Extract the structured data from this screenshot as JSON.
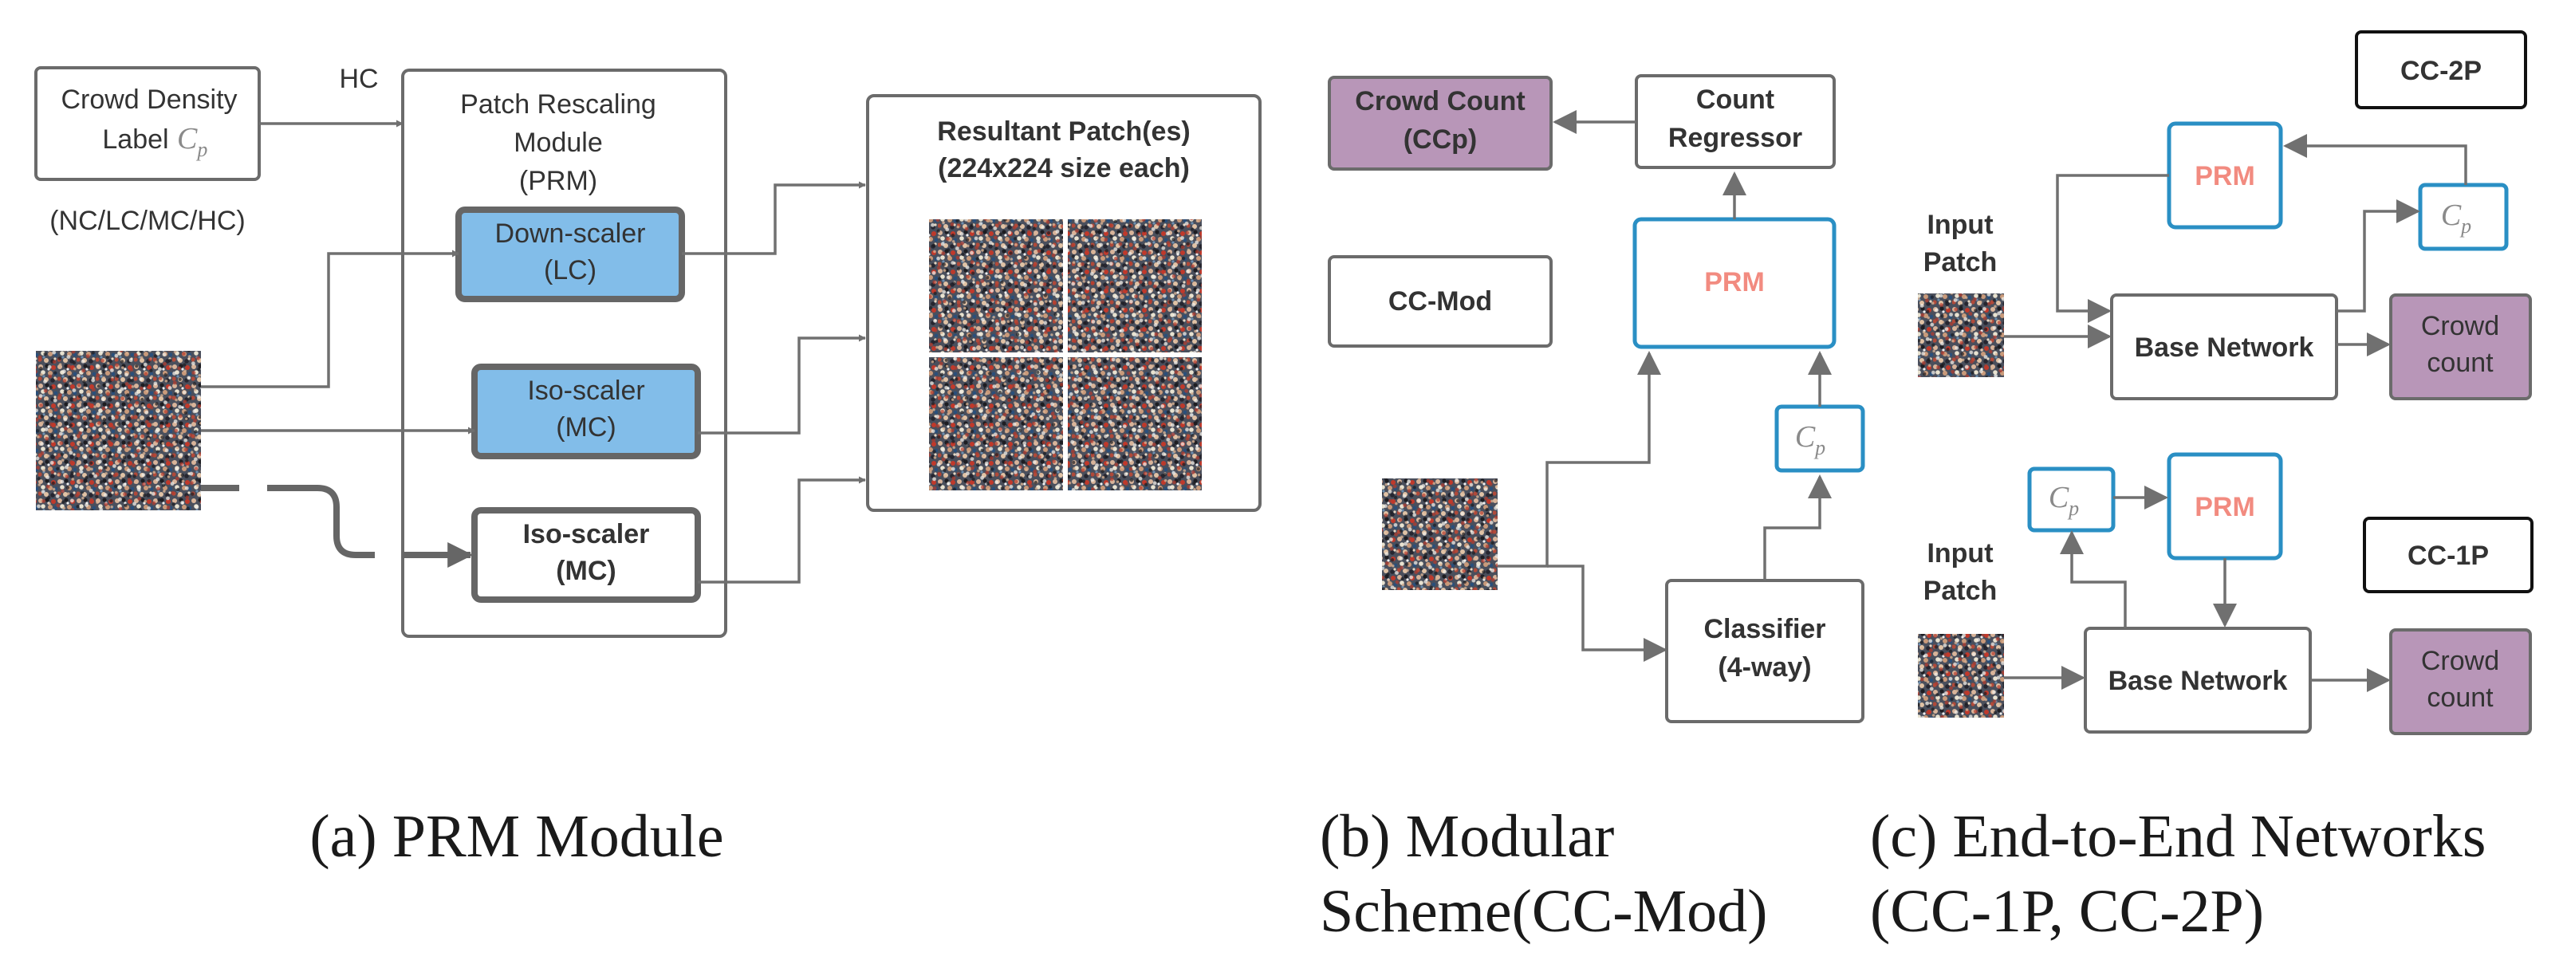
{
  "panel_a": {
    "density_label_line1": "Crowd Density",
    "density_label_line2": "Label",
    "density_label_cp": "C",
    "density_label_cp_sub": "p",
    "hc_label": "HC",
    "classes_label": "(NC/LC/MC/HC)",
    "prm_title_line1": "Patch Rescaling",
    "prm_title_line2": "Module",
    "prm_title_line3": "(PRM)",
    "down_scaler_line1": "Down-scaler",
    "down_scaler_line2": "(LC)",
    "iso_scaler_mc_line1": "Iso-scaler",
    "iso_scaler_mc_line2": "(MC)",
    "iso_scaler_bold_line1": "Iso-scaler",
    "iso_scaler_bold_line2": "(MC)",
    "result_title_line1": "Resultant Patch(es)",
    "result_title_line2": "(224x224 size each)",
    "caption": "(a) PRM Module"
  },
  "panel_b": {
    "crowd_count_line1": "Crowd Count",
    "crowd_count_line2": "(CCp)",
    "count_regressor_line1": "Count",
    "count_regressor_line2": "Regressor",
    "cc_mod": "CC-Mod",
    "prm": "PRM",
    "cp": "C",
    "cp_sub": "p",
    "classifier_line1": "Classifier",
    "classifier_line2": "(4-way)",
    "caption_line1": "(b) Modular",
    "caption_line2": "Scheme(CC-Mod)"
  },
  "panel_c": {
    "cc2p": "CC-2P",
    "cc1p": "CC-1P",
    "top_input_line1": "Input",
    "top_input_line2": "Patch",
    "top_prm": "PRM",
    "top_cp": "C",
    "top_cp_sub": "p",
    "top_base_network": "Base Network",
    "top_crowd_line1": "Crowd",
    "top_crowd_line2": "count",
    "bottom_input_line1": "Input",
    "bottom_input_line2": "Patch",
    "bottom_prm": "PRM",
    "bottom_cp": "C",
    "bottom_cp_sub": "p",
    "bottom_base_network": "Base Network",
    "bottom_crowd_line1": "Crowd",
    "bottom_crowd_line2": "count",
    "caption_line1": "(c) End-to-End Networks",
    "caption_line2": "(CC-1P, CC-2P)"
  },
  "colors": {
    "scaler_fill": "#82bde9",
    "count_fill": "#b896b8",
    "prm_text": "#f28b80",
    "prm_border": "#2a8fc4"
  },
  "icons": {
    "crowd_image": "crowd-photo-icon"
  }
}
